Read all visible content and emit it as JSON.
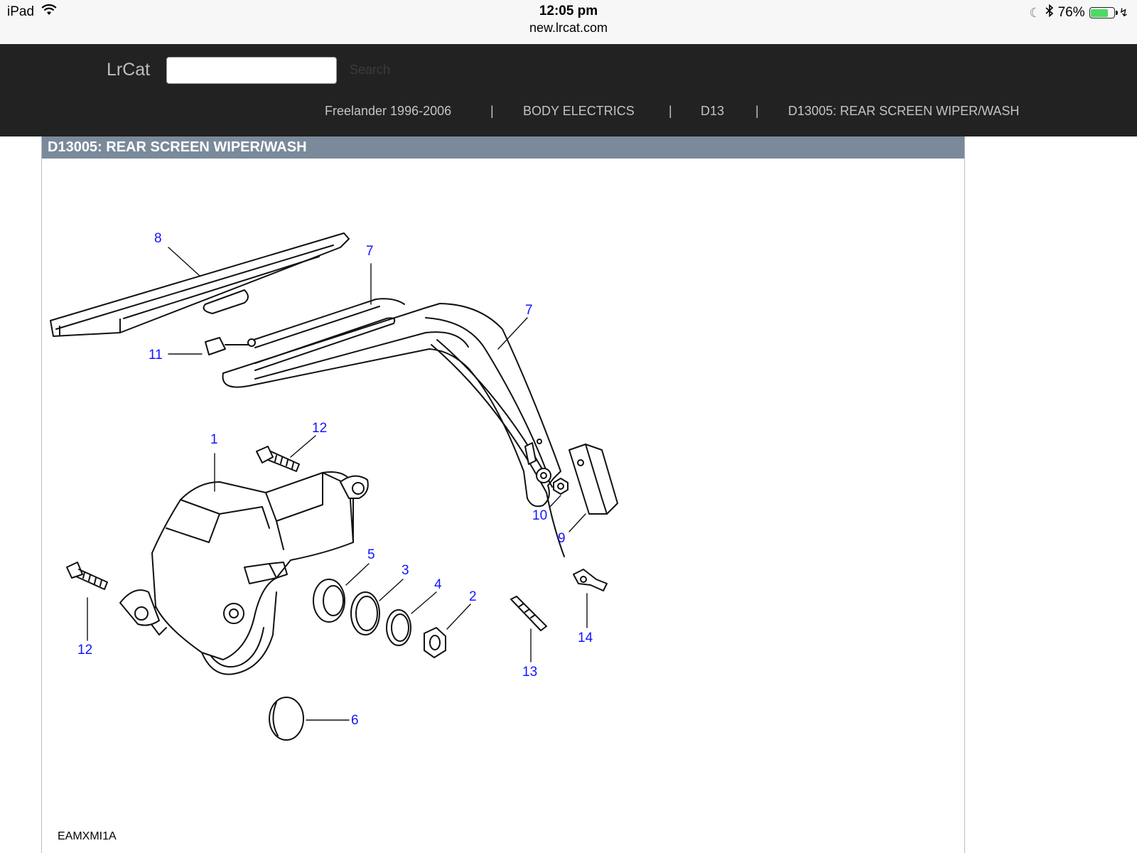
{
  "status_bar": {
    "device": "iPad",
    "time": "12:05 pm",
    "url": "new.lrcat.com",
    "battery": "76%",
    "battery_level": 0.76
  },
  "header": {
    "brand": "LrCat",
    "search_placeholder": "",
    "search_button": "Search",
    "breadcrumb": [
      "Freelander 1996-2006",
      "BODY ELECTRICS",
      "D13",
      "D13005: REAR SCREEN WIPER/WASH"
    ],
    "separator": "|"
  },
  "panel": {
    "title": "D13005: REAR SCREEN WIPER/WASH",
    "diagram_code": "EAMXMI1A",
    "callouts": [
      "8",
      "7",
      "7",
      "11",
      "1",
      "12",
      "10",
      "9",
      "5",
      "3",
      "4",
      "2",
      "12",
      "13",
      "14",
      "6"
    ]
  },
  "colors": {
    "header_bg": "#222222",
    "panel_title_bg": "#7a8a9a",
    "callout": "#1414ff"
  }
}
